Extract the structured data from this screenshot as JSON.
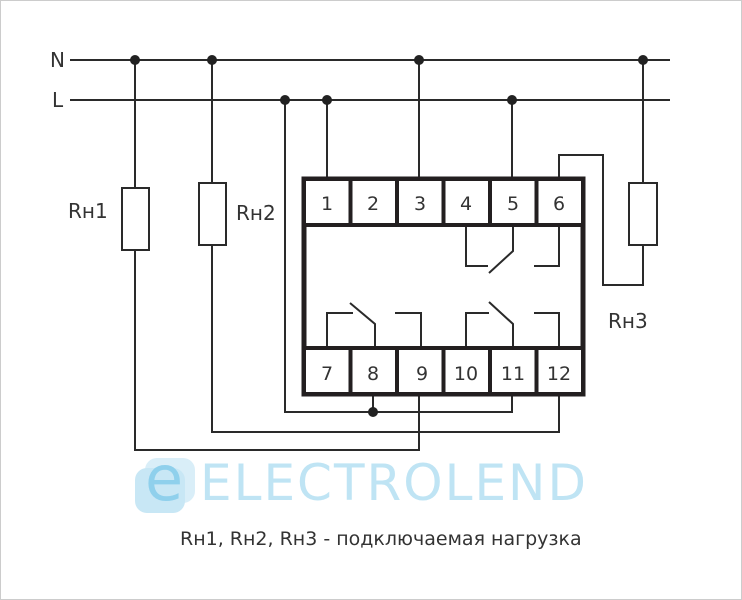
{
  "lines": {
    "neutral": "N",
    "live": "L"
  },
  "loads": {
    "r1": "Rн1",
    "r2": "Rн2",
    "r3": "Rн3"
  },
  "terminals_top": [
    "1",
    "2",
    "3",
    "4",
    "5",
    "6"
  ],
  "terminals_bottom": [
    "7",
    "8",
    "9",
    "10",
    "11",
    "12"
  ],
  "watermark": {
    "letter": "e",
    "text": "ELECTROLEND"
  },
  "caption": "Rн1, Rн2, Rн3 - подключаемая нагрузка",
  "colors": {
    "wire": "#2a2a2a",
    "watermark": "#bfe4f4"
  }
}
